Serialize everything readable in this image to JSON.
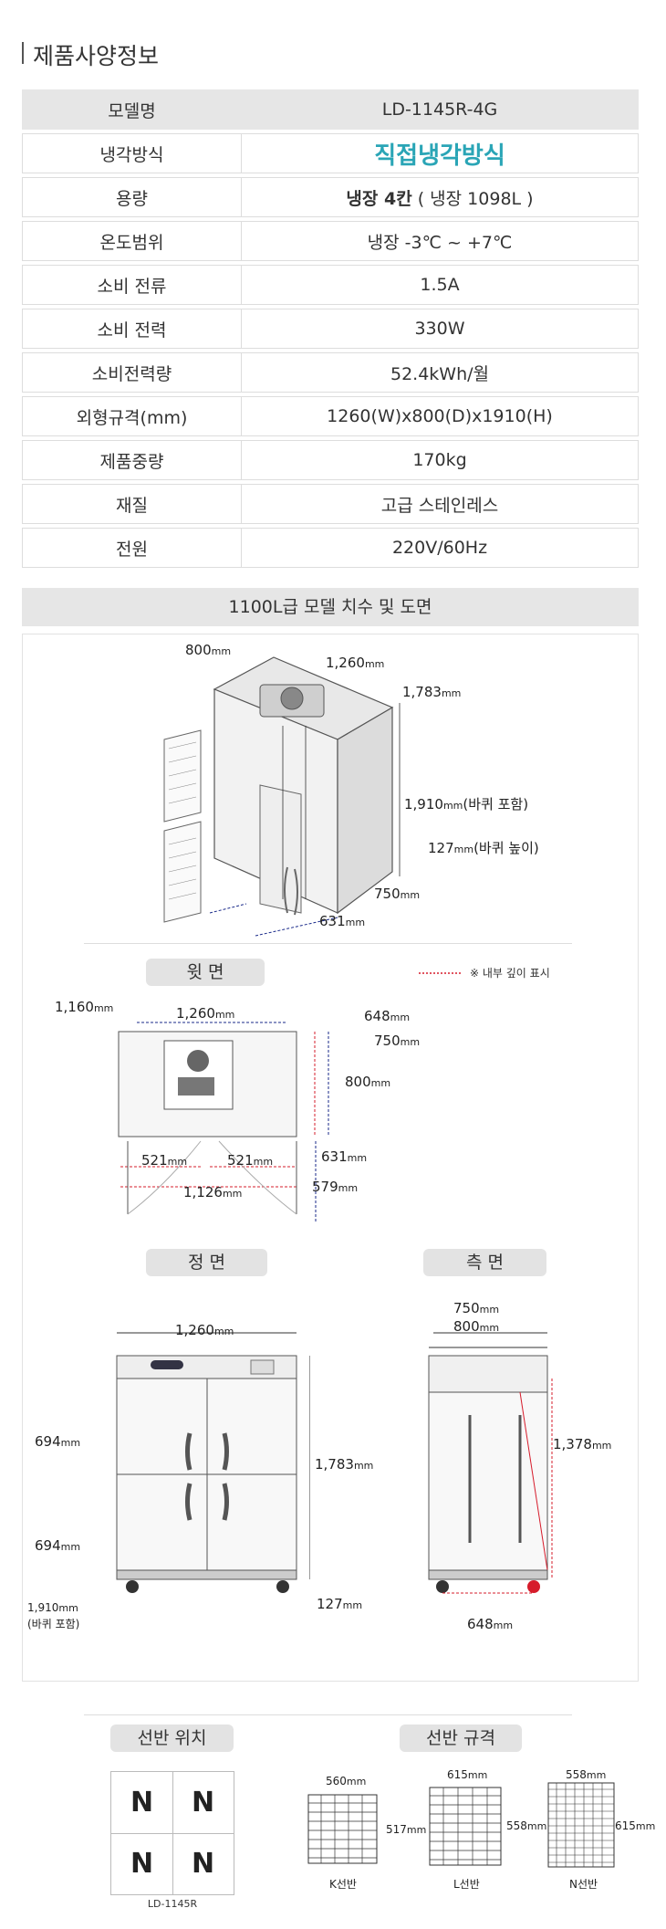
{
  "section_title": "제품사양정보",
  "spec": [
    {
      "key": "모델명",
      "value": "LD-1145R-4G"
    },
    {
      "key": "냉각방식",
      "value": "직접냉각방식"
    },
    {
      "key": "용량",
      "value_bold": "냉장 4칸",
      "value": " ( 냉장 1098L )"
    },
    {
      "key": "온도범위",
      "value": "냉장 -3℃ ~ +7℃"
    },
    {
      "key": "소비 전류",
      "value": "1.5A"
    },
    {
      "key": "소비 전력",
      "value": "330W"
    },
    {
      "key": "소비전력량",
      "value": "52.4kWh/월"
    },
    {
      "key": "외형규격(mm)",
      "value": "1260(W)x800(D)x1910(H)"
    },
    {
      "key": "제품중량",
      "value": "170kg"
    },
    {
      "key": "재질",
      "value": "고급 스테인레스"
    },
    {
      "key": "전원",
      "value": "220V/60Hz"
    }
  ],
  "dimensions_title": "1100L급 모델 치수 및 도면",
  "iso": {
    "w": "800",
    "d": "1,260",
    "h1": "1,783",
    "h2": "1,910",
    "h2_note": "(바퀴 포함)",
    "wheel": "127",
    "wheel_note": "(바퀴 높이)",
    "d750": "750",
    "d631": "631",
    "unit": "mm"
  },
  "top_view": {
    "label": "윗 면",
    "note": "※ 내부 깊이 표시",
    "d1160": "1,160",
    "d1260": "1,260",
    "d648": "648",
    "d750": "750",
    "d800": "800",
    "d521a": "521",
    "d521b": "521",
    "d1126": "1,126",
    "d631": "631",
    "d579": "579"
  },
  "front_view": {
    "label": "정 면",
    "w": "1,260",
    "h694a": "694",
    "h694b": "694",
    "h1783": "1,783",
    "h127": "127",
    "h1910": "1,910",
    "h1910_note": "(바퀴 포함)"
  },
  "side_view": {
    "label": "측 면",
    "d750": "750",
    "d800": "800",
    "h1378": "1,378",
    "d648": "648"
  },
  "shelf_position": {
    "label": "선반 위치",
    "cells": [
      "N",
      "N",
      "N",
      "N"
    ],
    "model": "LD-1145R"
  },
  "shelf_spec": {
    "label": "선반 규격",
    "shelves": [
      {
        "w": "560",
        "h": "517",
        "name": "K선반"
      },
      {
        "w": "615",
        "h": "558",
        "name": "L선반"
      },
      {
        "w": "558",
        "h": "615",
        "name": "N선반"
      }
    ]
  },
  "colors": {
    "accent": "#2aa5b6",
    "dim_red": "#d61c2b",
    "dim_blue": "#1a2a8a"
  }
}
